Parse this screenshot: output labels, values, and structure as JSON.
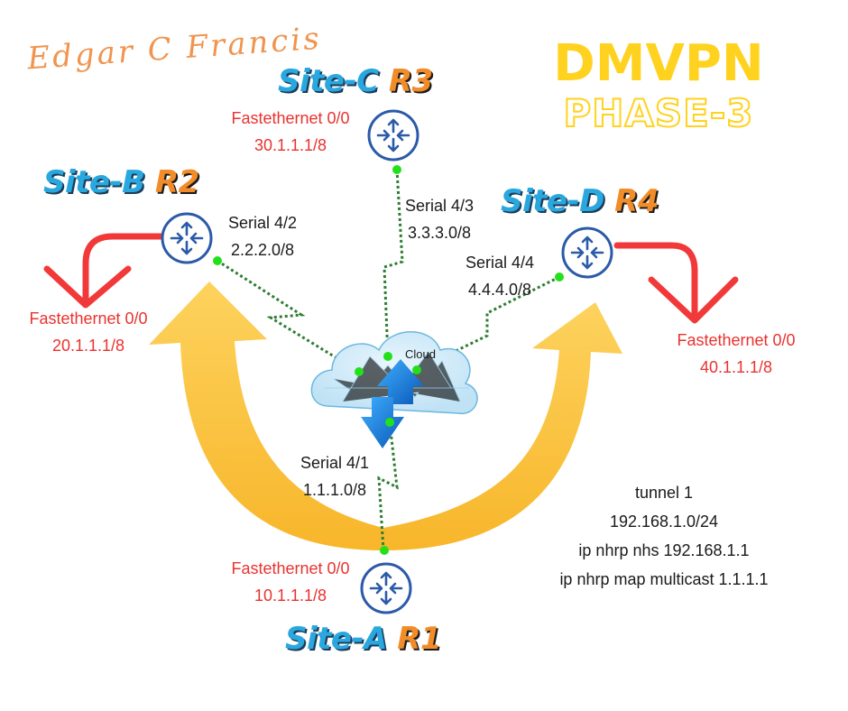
{
  "signature": "Edgar C Francis",
  "title": {
    "line1": "DMVPN",
    "line2": "PHASE-3"
  },
  "sites": {
    "a": {
      "name": "Site-A",
      "router": "R1",
      "lan_label": "Fastethernet 0/0",
      "lan_ip": "10.1.1.1/8",
      "wan_label": "Serial 4/1",
      "wan_net": "1.1.1.0/8"
    },
    "b": {
      "name": "Site-B",
      "router": "R2",
      "lan_label": "Fastethernet 0/0",
      "lan_ip": "20.1.1.1/8",
      "wan_label": "Serial 4/2",
      "wan_net": "2.2.2.0/8"
    },
    "c": {
      "name": "Site-C",
      "router": "R3",
      "lan_label": "Fastethernet 0/0",
      "lan_ip": "30.1.1.1/8",
      "wan_label": "Serial 4/3",
      "wan_net": "3.3.3.0/8"
    },
    "d": {
      "name": "Site-D",
      "router": "R4",
      "lan_label": "Fastethernet 0/0",
      "lan_ip": "40.1.1.1/8",
      "wan_label": "Serial 4/4",
      "wan_net": "4.4.4.0/8"
    }
  },
  "cloud": {
    "label": "Cloud"
  },
  "tunnel_config": {
    "line1": "tunnel 1",
    "line2": "192.168.1.0/24",
    "line3": "ip nhrp nhs 192.168.1.1",
    "line4": "ip nhrp map multicast 1.1.1.1"
  },
  "colors": {
    "router_ring": "#2b5aa8",
    "link": "#2e7d32",
    "port_dot": "#22e01a",
    "arc": "#fbbc2d",
    "lan_arrow": "#f2393a"
  },
  "icons": [
    "router-icon",
    "cloud-icon",
    "up-arrow-icon",
    "down-arrow-icon",
    "curved-arrow-icon"
  ]
}
